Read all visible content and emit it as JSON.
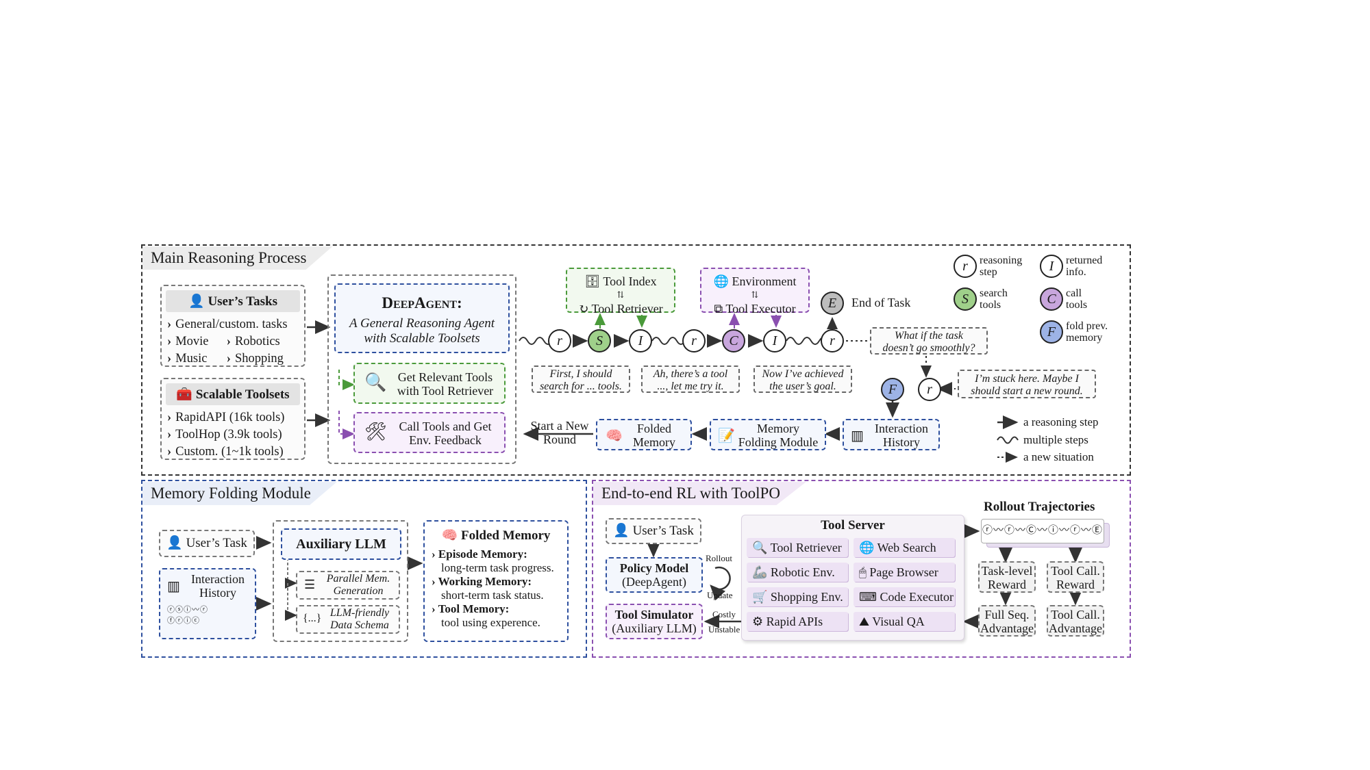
{
  "main": {
    "title": "Main Reasoning Process",
    "users_tasks": {
      "header": "User’s Tasks",
      "items": [
        "General/custom. tasks",
        "Movie",
        "Robotics",
        "Music",
        "Shopping"
      ]
    },
    "toolsets": {
      "header": "Scalable Toolsets",
      "items": [
        "RapidAPI (16k tools)",
        "ToolHop (3.9k tools)",
        "Custom. (1~1k tools)"
      ]
    },
    "deepagent": {
      "name": "DeepAgent:",
      "subtitle_1": "A General Reasoning Agent",
      "subtitle_2": "with Scalable Toolsets"
    },
    "get_tools": [
      "Get Relevant Tools",
      "with Tool Retriever"
    ],
    "call_tools": [
      "Call Tools and Get",
      "Env. Feedback"
    ],
    "tool_index": [
      "Tool Index",
      "Tool Retriever"
    ],
    "environment": [
      "Environment",
      "Tool Executor"
    ],
    "end_of_task": "End of Task",
    "thoughts": {
      "t1": [
        "First, I should",
        "search for ... tools."
      ],
      "t2": [
        "Ah, there’s a tool",
        "..., let me try it."
      ],
      "t3": [
        "Now I’ve achieved",
        "the user’s goal."
      ],
      "t4": [
        "What if the task",
        "doesn’t go smoothly?"
      ],
      "t5": [
        "I’m stuck here. Maybe I",
        "should start a new round."
      ]
    },
    "interaction_history": [
      "Interaction",
      "History"
    ],
    "memory_folding_module": [
      "Memory",
      "Folding Module"
    ],
    "folded_memory": [
      "Folded",
      "Memory"
    ],
    "start_new_round": [
      "Start a New",
      "Round"
    ],
    "legend": [
      {
        "symbol": "r",
        "label": [
          "reasoning",
          "step"
        ]
      },
      {
        "symbol": "I",
        "label": [
          "returned",
          "info."
        ]
      },
      {
        "symbol": "S",
        "label": [
          "search",
          "tools"
        ]
      },
      {
        "symbol": "C",
        "label": [
          "call",
          "tools"
        ]
      },
      {
        "symbol": "F",
        "label": [
          "fold prev.",
          "memory"
        ]
      }
    ],
    "line_legend": [
      "a reasoning step",
      "multiple steps",
      "a new situation"
    ]
  },
  "memory_folding": {
    "title": "Memory Folding Module",
    "users_task": "User’s Task",
    "interaction_history": [
      "Interaction",
      "History"
    ],
    "aux_llm": "Auxiliary LLM",
    "parallel": [
      "Parallel Mem.",
      "Generation"
    ],
    "schema": [
      "LLM-friendly",
      "Data Schema"
    ],
    "folded_header": "Folded Memory",
    "memories": [
      {
        "name": "Episode Memory:",
        "desc": "long-term task progress."
      },
      {
        "name": "Working Memory:",
        "desc": "short-term task status."
      },
      {
        "name": "Tool Memory:",
        "desc": "tool using experence."
      }
    ]
  },
  "rl": {
    "title": "End-to-end RL with ToolPO",
    "users_task": "User’s Task",
    "policy": [
      "Policy Model",
      "(DeepAgent)"
    ],
    "rollout": "Rollout",
    "update": "Update",
    "simulator": [
      "Tool Simulator",
      "(Auxiliary LLM)"
    ],
    "costly": "Costly",
    "unstable": "Unstable",
    "tool_server": "Tool Server",
    "tools": [
      "Tool Retriever",
      "Web Search",
      "Robotic Env.",
      "Page Browser",
      "Shopping Env.",
      "Code Executor",
      "Rapid APIs",
      "Visual QA"
    ],
    "rollout_traj": "Rollout Trajectories",
    "task_reward": [
      "Task-level",
      "Reward"
    ],
    "tool_reward": [
      "Tool Call.",
      "Reward"
    ],
    "full_adv": [
      "Full Seq.",
      "Advantage"
    ],
    "tool_adv": [
      "Tool Call.",
      "Advantage"
    ]
  },
  "colors": {
    "search": "#9fd08a",
    "call": "#c8a6dd",
    "fold": "#9db3e6",
    "end": "#bdbdbd",
    "blue": "#2d4f9e",
    "green": "#4a9a3a",
    "purple": "#8a4fb0"
  }
}
